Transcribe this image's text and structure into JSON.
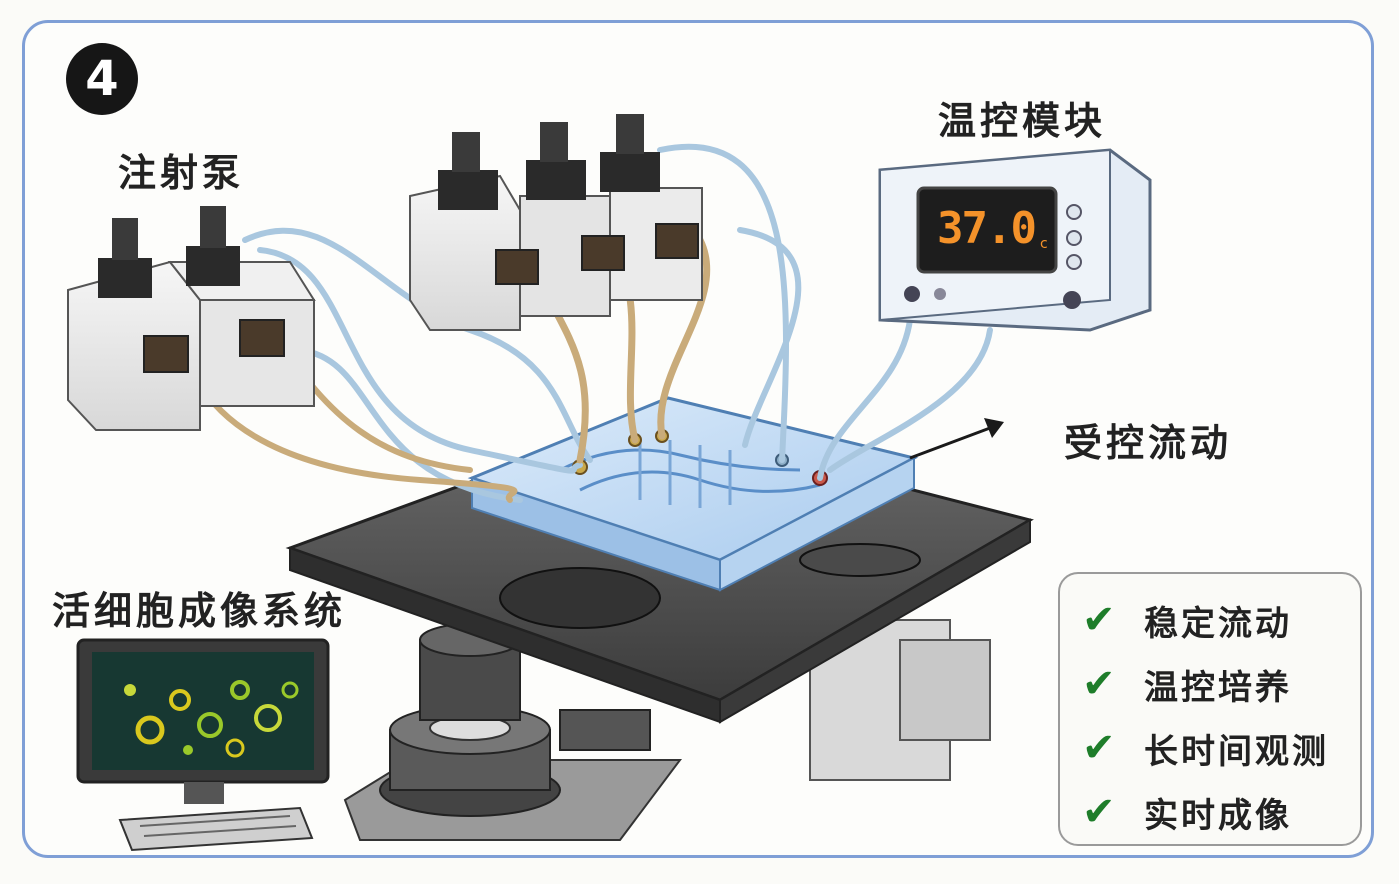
{
  "step_badge": "4",
  "labels": {
    "syringe_pump": "注射泵",
    "temperature_module": "温控模块",
    "controlled_flow": "受控流动",
    "live_cell_imaging": "活细胞成像系统"
  },
  "temperature_display": "37.0",
  "checklist": [
    {
      "mark": "✔",
      "text": "稳定流动"
    },
    {
      "mark": "✔",
      "text": "温控培养"
    },
    {
      "mark": "✔",
      "text": "长时间观测"
    },
    {
      "mark": "✔",
      "text": "实时成像"
    }
  ],
  "colors": {
    "frame": "#7f9fd6",
    "display_digits": "#f4922a",
    "check": "#1e7d2a",
    "tube_clear": "#a9c7df",
    "tube_amber": "#c9ab7a",
    "chip": "#bcd8f3",
    "cells": "#c7d83a"
  }
}
